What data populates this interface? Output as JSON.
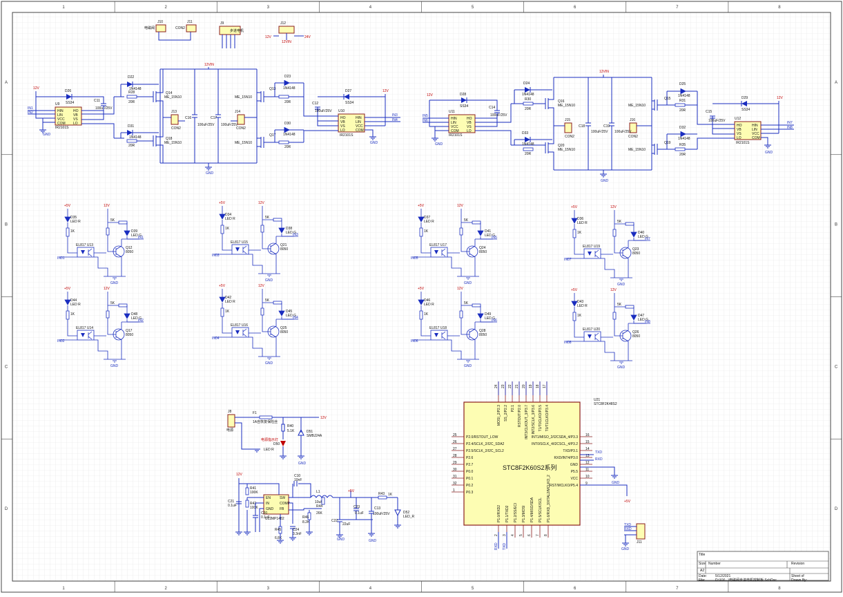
{
  "zones": {
    "columns": [
      "1",
      "2",
      "3",
      "4",
      "5",
      "6",
      "7",
      "8"
    ],
    "rows": [
      "A",
      "B",
      "C",
      "D"
    ]
  },
  "top_connectors": {
    "j10": {
      "ref": "J10",
      "name": "电磁阀"
    },
    "j11": {
      "ref": "J11",
      "name": "CON2"
    },
    "j9": {
      "ref": "J9",
      "name": "步进电机"
    },
    "j12": {
      "ref": "J12",
      "rail": "12VIN",
      "left": "12V",
      "right": "24V"
    }
  },
  "bridge_left": {
    "driver1": {
      "ref": "U9",
      "part": "IR2101S",
      "pins_l": [
        "HIN",
        "LIN",
        "VCC",
        "COM"
      ],
      "pins_r": [
        "HO",
        "VB",
        "VS",
        "LO"
      ]
    },
    "driver2": {
      "ref": "U10",
      "part": "IR2101S",
      "pins_l": [
        "HO",
        "VB",
        "VS",
        "LO"
      ],
      "pins_r": [
        "HIN",
        "LIN",
        "VCC",
        "COM"
      ]
    },
    "mosfets": [
      {
        "ref": "Q14",
        "part": "ME_15N10"
      },
      {
        "ref": "Q18",
        "part": "ME_15N10"
      },
      {
        "ref": "Q13",
        "part": "ME_15N10"
      },
      {
        "ref": "Q17",
        "part": "ME_15N10"
      }
    ],
    "diodes": [
      {
        "ref": "D26",
        "part": "SS34"
      },
      {
        "ref": "D22",
        "part": "1N4148"
      },
      {
        "ref": "D31",
        "part": "1N4148"
      },
      {
        "ref": "D23",
        "part": "1N4148"
      },
      {
        "ref": "D30",
        "part": "1N4148"
      },
      {
        "ref": "D27",
        "part": "SS34"
      }
    ],
    "resistors": [
      {
        "ref": "R28",
        "value": "20R"
      },
      {
        "ref": "R32",
        "value": "20R"
      },
      {
        "ref": "R30",
        "value": "20R"
      },
      {
        "ref": "R33",
        "value": "20R"
      }
    ],
    "caps": [
      {
        "ref": "C11",
        "value": "100uF/25V"
      },
      {
        "ref": "C16",
        "value": "100uF/25V"
      },
      {
        "ref": "C17",
        "value": "100uF/25V"
      },
      {
        "ref": "C12",
        "value": "100uF/25V"
      }
    ],
    "con_a": {
      "ref": "J13",
      "name": "CON2"
    },
    "con_b": {
      "ref": "J14",
      "name": "CON2"
    },
    "rail": "12VIN",
    "v12": "12V",
    "gnd": "GND",
    "nets": [
      "IN1",
      "IN2",
      "IN3",
      "IN4"
    ]
  },
  "bridge_right": {
    "driver1": {
      "ref": "U11",
      "part": "IR2101S",
      "pins_l": [
        "HIN",
        "LIN",
        "VCC",
        "COM"
      ],
      "pins_r": [
        "HO",
        "VB",
        "VS",
        "LO"
      ]
    },
    "driver2": {
      "ref": "U12",
      "part": "IR2101S",
      "pins_l": [
        "HO",
        "VB",
        "VS",
        "LO"
      ],
      "pins_r": [
        "HIN",
        "LIN",
        "VCC",
        "COM"
      ]
    },
    "mosfets": [
      {
        "ref": "Q16",
        "part": "ME_15N10"
      },
      {
        "ref": "Q20",
        "part": "ME_15N10"
      },
      {
        "ref": "Q15",
        "part": "ME_15N10"
      },
      {
        "ref": "Q19",
        "part": "ME_15N10"
      }
    ],
    "diodes": [
      {
        "ref": "D28",
        "part": "SS34"
      },
      {
        "ref": "D24",
        "part": "1N4148"
      },
      {
        "ref": "D33",
        "part": "1N4148"
      },
      {
        "ref": "D25",
        "part": "1N4148"
      },
      {
        "ref": "D32",
        "part": "1N4148"
      },
      {
        "ref": "D29",
        "part": "SS34"
      }
    ],
    "resistors": [
      {
        "ref": "R30",
        "value": "20R"
      },
      {
        "ref": "R34",
        "value": "20R"
      },
      {
        "ref": "R31",
        "value": "20R"
      },
      {
        "ref": "R35",
        "value": "20R"
      }
    ],
    "caps": [
      {
        "ref": "C14",
        "value": "100uF/25V"
      },
      {
        "ref": "C18",
        "value": "100uF/25V"
      },
      {
        "ref": "C19",
        "value": "100uF/25V"
      },
      {
        "ref": "C15",
        "value": "100uF/25V"
      }
    ],
    "con_a": {
      "ref": "J15",
      "name": "CON2"
    },
    "con_b": {
      "ref": "J16",
      "name": "CON2"
    },
    "rail": "12VIN",
    "v12": "12V",
    "gnd": "GND",
    "nets": [
      "IN5",
      "IN6",
      "IN7",
      "IN8"
    ]
  },
  "opto_cells": [
    {
      "in": "IN01",
      "out": "IN1",
      "opto": "EL817 U13",
      "tr": "Q12",
      "tr_part": "8050",
      "led_r": "D35",
      "led_g": "D39",
      "r": "1K"
    },
    {
      "in": "IN02",
      "out": "IN2",
      "opto": "EL817 U14",
      "tr": "Q17",
      "tr_part": "8050",
      "led_r": "D44",
      "led_g": "D48",
      "r": "1K"
    },
    {
      "in": "IN03",
      "out": "IN3",
      "opto": "EL817 U15",
      "tr": "Q21",
      "tr_part": "8050",
      "led_r": "D34",
      "led_g": "D38",
      "r": "1K"
    },
    {
      "in": "IN04",
      "out": "IN4",
      "opto": "EL817 U16",
      "tr": "Q25",
      "tr_part": "8050",
      "led_r": "D42",
      "led_g": "D45",
      "r": "1K"
    },
    {
      "in": "IN05",
      "out": "IN5",
      "opto": "EL817 U17",
      "tr": "Q24",
      "tr_part": "8050",
      "led_r": "D37",
      "led_g": "D41",
      "r": "1K"
    },
    {
      "in": "IN06",
      "out": "IN6",
      "opto": "EL817 U18",
      "tr": "Q28",
      "tr_part": "8050",
      "led_r": "D46",
      "led_g": "D49",
      "r": "1K"
    },
    {
      "in": "IN07",
      "out": "IN7",
      "opto": "EL817 U19",
      "tr": "Q23",
      "tr_part": "8050",
      "led_r": "D36",
      "led_g": "D40",
      "r": "1K"
    },
    {
      "in": "IN08",
      "out": "IN8",
      "opto": "EL817 U20",
      "tr": "Q26",
      "tr_part": "8050",
      "led_r": "D43",
      "led_g": "D47",
      "r": "1K"
    }
  ],
  "opto_common": {
    "v5": "+5V",
    "vcc": "12V",
    "gnd": "GND",
    "red_led": "LED R",
    "green_led": "LED G",
    "res": "5K"
  },
  "power_input": {
    "jack": {
      "ref": "J8",
      "name": "电源"
    },
    "fuse": {
      "ref": "F1",
      "value": "1A自恢复保险丝"
    },
    "tvs": {
      "ref": "D51",
      "value": "SMBJ24A"
    },
    "r_led": {
      "ref": "R40",
      "value": "5.1K"
    },
    "led": {
      "ref": "D50",
      "value": "LED R"
    },
    "led_note": "电源指示灯",
    "rail": "12V",
    "gnd": "GND"
  },
  "buck": {
    "ic": {
      "ref": "U22",
      "part": "MP1482",
      "pins_l": [
        "EN",
        "IN",
        "GND"
      ],
      "pins_r": [
        "SW",
        "COMP",
        "FB"
      ]
    },
    "inductor": {
      "ref": "L1",
      "value": "10uH"
    },
    "parts": [
      {
        "ref": "C21",
        "value": "0.1uF"
      },
      {
        "ref": "R41",
        "value": "100K"
      },
      {
        "ref": "R42",
        "value": "100K"
      },
      {
        "ref": "C20",
        "value": "0.1uF"
      },
      {
        "ref": "C24",
        "value": "3.3nF"
      },
      {
        "ref": "R45",
        "value": "6.8K"
      },
      {
        "ref": "C10",
        "value": "10nF"
      },
      {
        "ref": "R44",
        "value": "26K"
      },
      {
        "ref": "R46",
        "value": "8.2K"
      },
      {
        "ref": "C22",
        "value": "22uF"
      },
      {
        "ref": "C23",
        "value": "0.1uF"
      },
      {
        "ref": "C13",
        "value": "100uF/25V"
      },
      {
        "ref": "R43",
        "value": "1K"
      },
      {
        "ref": "D52",
        "value": "LED_R"
      }
    ],
    "vin": "12V",
    "vout": "+5V",
    "gnd": "GND"
  },
  "mcu": {
    "ref": "U21",
    "part_small": "STC8F2K48S2",
    "title": "STC8F2K60S2系列",
    "left_pins": [
      {
        "n": "25",
        "name": "P2.0/RSTOUT_LOW"
      },
      {
        "n": "26",
        "name": "P2.4/SCLK_2/I2C_SDA2"
      },
      {
        "n": "27",
        "name": "P2.5/SCLK_2/I2C_SCL2"
      },
      {
        "n": "28",
        "name": "P2.6"
      },
      {
        "n": "29",
        "name": "P2.7"
      },
      {
        "n": "30",
        "name": "P0.0"
      },
      {
        "n": "31",
        "name": "P0.1"
      },
      {
        "n": "32",
        "name": "P0.2"
      },
      {
        "n": "1",
        "name": "P0.3"
      }
    ],
    "right_pins": [
      {
        "n": "16",
        "name": "INT1/MISO_2/I2CSDA_4/P3.3"
      },
      {
        "n": "15",
        "name": "INT0/SCLK_4/I2CSCL_4/P3.2"
      },
      {
        "n": "14",
        "name": "TXD/P3.1"
      },
      {
        "n": "13",
        "name": "RXD/INT4/P3.0"
      },
      {
        "n": "12",
        "name": "GND"
      },
      {
        "n": "11",
        "name": "P5.5"
      },
      {
        "n": "10",
        "name": "VCC"
      },
      {
        "n": "9",
        "name": "RST/MCLKO/P5.4"
      }
    ],
    "top_pins": [
      {
        "n": "24",
        "name": "MOSI_2/P2.3"
      },
      {
        "n": "23",
        "name": "SS_2/P2.2"
      },
      {
        "n": "22",
        "name": "P2.1"
      },
      {
        "n": "21",
        "name": "RSTOUT/P2.0"
      },
      {
        "n": "20",
        "name": "INT3/CLKOUT_3/P3.7"
      },
      {
        "n": "19",
        "name": "INT2/SCLK_3/P3.6"
      },
      {
        "n": "18",
        "name": "T1/T0CLKO/P3.5"
      },
      {
        "n": "17",
        "name": "T0/T1CLKO/P3.4"
      }
    ],
    "bottom_pins": [
      {
        "n": "2",
        "name": "P1.0/RXD2"
      },
      {
        "n": "3",
        "name": "P1.1/TXD2"
      },
      {
        "n": "4",
        "name": "P1.2/SS/ECI"
      },
      {
        "n": "5",
        "name": "P1.3/MOSI"
      },
      {
        "n": "6",
        "name": "P1.4/MISO/SDA"
      },
      {
        "n": "7",
        "name": "P1.5/SCLK/SCL"
      },
      {
        "n": "8",
        "name": "P1.6/RXD_3/XTAL2/MCLKO_2"
      }
    ],
    "nets": {
      "txd": "TXD",
      "rxd": "RXD",
      "gnd": "GND",
      "v5": "+5V"
    }
  },
  "prog_header": {
    "ref": "J11",
    "pins": [
      "TXD",
      "RXD",
      "GND"
    ]
  },
  "title_block": {
    "title_label": "Title",
    "size_label": "Size",
    "size_value": "A2",
    "number_label": "Number",
    "revision_label": "Revision",
    "date_label": "Date:",
    "date_value": "5/12/2021",
    "sheet_label": "Sheet   of",
    "file_label": "File:",
    "file_value": "D:\\XX\\...\\电磁阀步进电机控制板.SchDoc",
    "drawn_label": "Drawn By:"
  }
}
